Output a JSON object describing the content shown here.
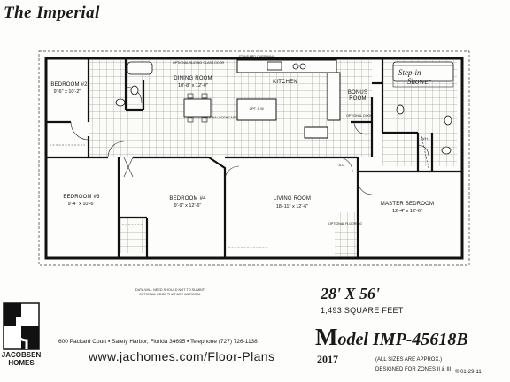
{
  "header": {
    "title": "The Imperial"
  },
  "plan": {
    "top_note": "STANDARD OVERHANG",
    "rooms": {
      "bedroom2": {
        "name": "BEDROOM #2",
        "dims": "9'-6\" x 10'-2\""
      },
      "bedroom3": {
        "name": "BEDROOM #3",
        "dims": "9'-4\" x 10'-6\""
      },
      "bedroom4": {
        "name": "BEDROOM #4",
        "dims": "9'-9\" x 12'-6\""
      },
      "dining": {
        "name": "DINING ROOM",
        "dims": "10'-8\" x 12'-0\""
      },
      "kitchen": {
        "name": "KITCHEN"
      },
      "bonus": {
        "name": "BONUS",
        "sub": "ROOM"
      },
      "living": {
        "name": "LIVING ROOM",
        "dims": "18'-11\" x 12'-6\""
      },
      "master": {
        "name": "MASTER BEDROOM",
        "dims": "12'-4\" x 12'-6\""
      }
    },
    "notes": {
      "sliding_door": "OPTIONAL SLIDING GLASS DOOR",
      "island": "OPT. D.W.",
      "opt_bookcase": "OPTIONAL BOOKCASE",
      "opt_door": "OPTIONAL DOOR",
      "opt_flooring": "OPTIONAL FLOORING",
      "ac": "A.C.",
      "wh": "W.H."
    },
    "handwritten": {
      "line1": "Step-in",
      "line2": "Shower"
    }
  },
  "footer": {
    "fine_print": "DATA WILL NEED SHOULD NOT TO SUMBIT OPTIONAL EDGE THAT ARE AS ROOM.",
    "size": "28' X 56'",
    "sqft": "1,493 SQUARE FEET",
    "model_initial": "M",
    "model_rest": "odel IMP-45618B",
    "year": "2017",
    "sizes_note": "(ALL SIZES ARE APPROX.)",
    "zones_note": "DESIGNED FOR ZONES II & III",
    "date_code": "01-29-11",
    "brand_line1": "JACOBSEN",
    "brand_line2": "HOMES",
    "address": "600 Packard Court ▪ Safety Harbor, Florida 34695 ▪ Telephone (727) 726-1138",
    "url": "www.jachomes.com/Floor-Plans"
  }
}
